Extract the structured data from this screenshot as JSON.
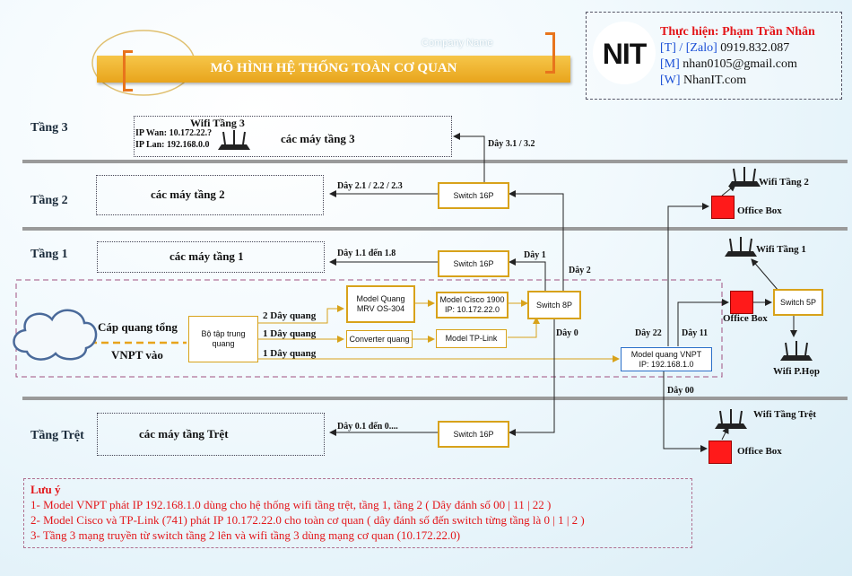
{
  "header": {
    "title": "MÔ HÌNH HỆ THỐNG TOÀN CƠ QUAN",
    "company_placeholder": "Company Name",
    "logo_text": "NIT"
  },
  "contact": {
    "author": "Thực hiện: Phạm Trần Nhân",
    "phone_tag": "[T] / [Zalo]",
    "phone": "0919.832.087",
    "mail_tag": "[M]",
    "mail": "nhan0105@gmail.com",
    "web_tag": "[W]",
    "web": "NhanIT.com"
  },
  "floors": {
    "f3": "Tầng 3",
    "f2": "Tầng 2",
    "f1": "Tầng 1",
    "ground": "Tầng Trệt"
  },
  "groups": {
    "f3_wifi": "Wifi Tầng 3",
    "f3_wan": "IP Wan: 10.172.22.?",
    "f3_lan": "IP Lan: 192.168.0.0",
    "f3_machines": "các máy tầng 3",
    "f2_machines": "các máy tầng 2",
    "f1_machines": "các máy tầng 1",
    "ground_machines": "các máy tầng  Trệt"
  },
  "devices": {
    "sw2": "Switch 16P",
    "sw1": "Switch 16P",
    "sw0": "Switch 16P",
    "sw8": "Switch 8P",
    "sw5": "Switch 5P",
    "mrv": "Model Quang MRV OS-304",
    "cisco_1": "Model Cisco 1900",
    "cisco_2": "IP: 10.172.22.0",
    "conv": "Converter quang",
    "tplink": "Model TP-Link",
    "vnpt_1": "Model quang VNPT",
    "vnpt_2": "IP: 192.168.1.0",
    "hub": "Bộ tập trung quang"
  },
  "labels": {
    "fiber_in_1": "Cáp quang tổng",
    "fiber_in_2": "VNPT vào",
    "two_fiber": "2 Dây quang",
    "one_fiber_a": "1 Dây quang",
    "one_fiber_b": "1 Dây quang",
    "d31": "Dây 3.1 / 3.2",
    "d21": "Dây 2.1 / 2.2 / 2.3",
    "d11": "Dây 1.1 đến 1.8",
    "d01": "Dây 0.1 đến 0....",
    "day1": "Dây 1",
    "day2": "Dây 2",
    "day0": "Dây 0",
    "day22": "Dây 22",
    "day11": "Dây 11",
    "day00": "Dây 00"
  },
  "right": {
    "wifi2": "Wifi Tầng 2",
    "ob2": "Office Box",
    "wifi1": "Wifi Tầng 1",
    "ob1": "Office Box",
    "wifi_hop": "Wifi P.Họp",
    "wifi_tret": "Wifi Tầng Trệt",
    "ob0": "Office Box"
  },
  "notes": {
    "title": "Lưu ý",
    "n1": "1- Model VNPT phát IP 192.168.1.0 dùng cho hệ thống wifi tầng trệt, tầng 1, tầng 2 ( Dây đánh số 00 | 11 | 22 )",
    "n2": "2- Model Cisco và TP-Link (741) phát IP 10.172.22.0 cho toàn cơ quan ( dây đánh số đến switch từng tầng là 0 | 1 | 2 )",
    "n3": "3- Tầng 3 mạng truyền từ switch tầng 2 lên và wifi tầng 3 dùng mạng cơ quan (10.172.22.0)"
  },
  "colors": {
    "accent": "#e8a41c",
    "banner": "#f0b428",
    "note_text": "#e3161a",
    "office_box": "#ff1a1a",
    "vnpt_border": "#2a6fc9"
  }
}
